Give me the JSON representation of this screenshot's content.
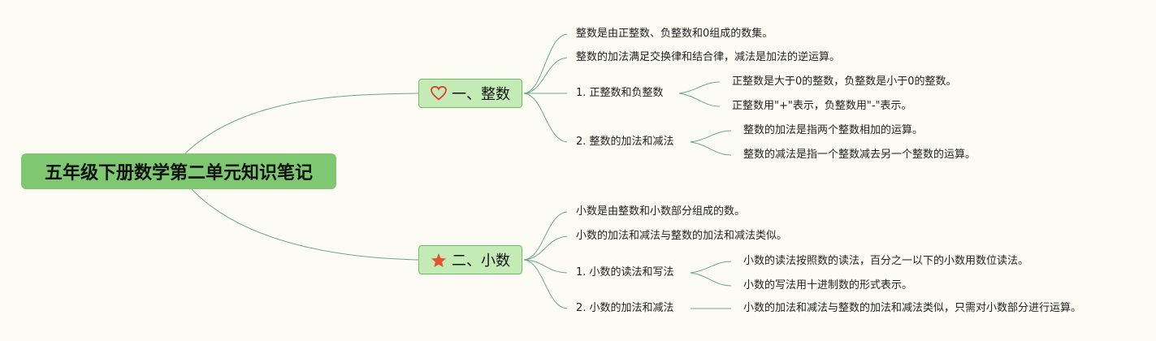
{
  "root": {
    "label": "五年级下册数学第二单元知识笔记"
  },
  "branches": [
    {
      "label": "一、整数",
      "icon": "heart-outline-icon",
      "icon_color": "#d9412b",
      "items": [
        "整数是由正整数、负整数和0组成的数集。",
        "整数的加法满足交换律和结合律，减法是加法的逆运算。"
      ],
      "subtopics": [
        {
          "label": "1. 正整数和负整数",
          "items": [
            "正整数是大于0的整数，负整数是小于0的整数。",
            "正整数用\"+\"表示，负整数用\"-\"表示。"
          ]
        },
        {
          "label": "2. 整数的加法和减法",
          "items": [
            "整数的加法是指两个整数相加的运算。",
            "整数的减法是指一个整数减去另一个整数的运算。"
          ]
        }
      ]
    },
    {
      "label": "二、小数",
      "icon": "star-icon",
      "icon_color": "#e4552f",
      "items": [
        "小数是由整数和小数部分组成的数。",
        "小数的加法和减法与整数的加法和减法类似。"
      ],
      "subtopics": [
        {
          "label": "1. 小数的读法和写法",
          "items": [
            "小数的读法按照数的读法，百分之一以下的小数用数位读法。",
            "小数的写法用十进制数的形式表示。"
          ]
        },
        {
          "label": "2. 小数的加法和减法",
          "items": [
            "小数的加法和减法与整数的加法和减法类似，只需对小数部分进行运算。"
          ]
        }
      ]
    }
  ],
  "colors": {
    "background": "#fdfcf4",
    "root_fill": "#7ec872",
    "branch_fill": "#c4ebb6",
    "branch_border": "#6fbf66",
    "connector": "#6aa886"
  }
}
